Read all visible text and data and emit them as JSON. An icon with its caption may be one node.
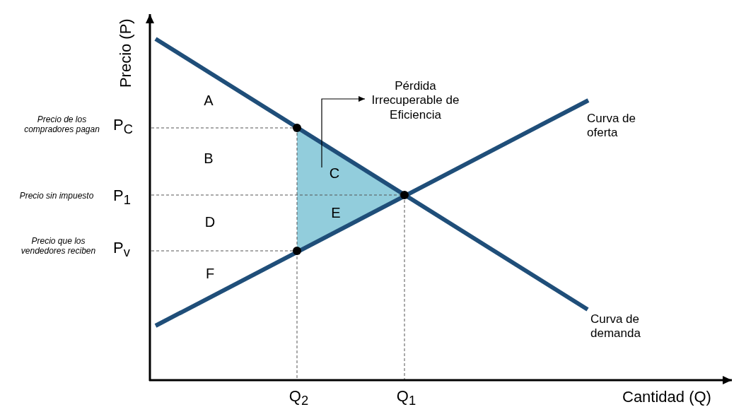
{
  "diagram": {
    "nodes": [
      {
        "text": [
          "Pérdida Irrecuperable de Eficiencia"
        ]
      },
      {
        "text": [
          "C"
        ]
      }
    ],
    "edges": [
      {
        "from": 1,
        "to": 0,
        "arrow": "to"
      }
    ],
    "labels": [
      "Precio (P)",
      "A",
      "Precio de los compradores pagan",
      "P$_{C}$",
      "B",
      "Precio sin impuesto",
      "P$_{1}$",
      "E",
      "D",
      "Precio que los vendedores reciben",
      "P$_{v}$",
      "F",
      "Curva de oferta",
      "Curva de demanda",
      "Q$_{2}$",
      "Q$_{1}$",
      "Cantidad (Q)"
    ]
  }
}
